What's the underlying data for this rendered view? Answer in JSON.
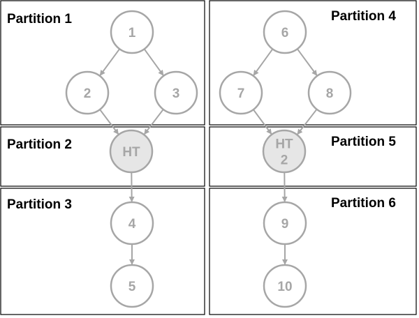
{
  "colors": {
    "node_stroke": "#a6a6a6",
    "node_text": "#a6a6a6",
    "hash_node_fill": "#e6e6e6",
    "node_fill": "#ffffff",
    "edge": "#a6a6a6",
    "border": "#000000",
    "title": "#000000"
  },
  "partitions": [
    {
      "id": "p1",
      "title": "Partition 1"
    },
    {
      "id": "p2",
      "title": "Partition 2"
    },
    {
      "id": "p3",
      "title": "Partition 3"
    },
    {
      "id": "p4",
      "title": "Partition 4"
    },
    {
      "id": "p5",
      "title": "Partition 5"
    },
    {
      "id": "p6",
      "title": "Partition 6"
    }
  ],
  "nodes": [
    {
      "id": "n1",
      "lines": [
        "1"
      ],
      "kind": "plain"
    },
    {
      "id": "n2",
      "lines": [
        "2"
      ],
      "kind": "plain"
    },
    {
      "id": "n3",
      "lines": [
        "3"
      ],
      "kind": "plain"
    },
    {
      "id": "ht1",
      "lines": [
        "HT"
      ],
      "kind": "hash"
    },
    {
      "id": "n4",
      "lines": [
        "4"
      ],
      "kind": "plain"
    },
    {
      "id": "n5",
      "lines": [
        "5"
      ],
      "kind": "plain"
    },
    {
      "id": "n6",
      "lines": [
        "6"
      ],
      "kind": "plain"
    },
    {
      "id": "n7",
      "lines": [
        "7"
      ],
      "kind": "plain"
    },
    {
      "id": "n8",
      "lines": [
        "8"
      ],
      "kind": "plain"
    },
    {
      "id": "ht2",
      "lines": [
        "HT",
        "2"
      ],
      "kind": "hash"
    },
    {
      "id": "n9",
      "lines": [
        "9"
      ],
      "kind": "plain"
    },
    {
      "id": "n10",
      "lines": [
        "10"
      ],
      "kind": "plain"
    }
  ],
  "edges": [
    {
      "from": "n1",
      "to": "n2"
    },
    {
      "from": "n1",
      "to": "n3"
    },
    {
      "from": "n2",
      "to": "ht1"
    },
    {
      "from": "n3",
      "to": "ht1"
    },
    {
      "from": "ht1",
      "to": "n4"
    },
    {
      "from": "n4",
      "to": "n5"
    },
    {
      "from": "n6",
      "to": "n7"
    },
    {
      "from": "n6",
      "to": "n8"
    },
    {
      "from": "n7",
      "to": "ht2"
    },
    {
      "from": "n8",
      "to": "ht2"
    },
    {
      "from": "ht2",
      "to": "n9"
    },
    {
      "from": "n9",
      "to": "n10"
    }
  ]
}
